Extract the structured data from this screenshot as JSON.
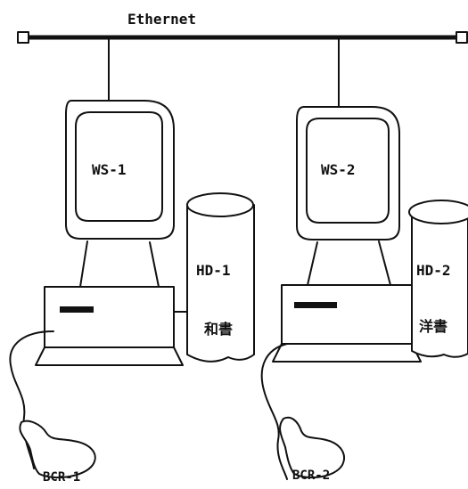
{
  "network": {
    "label": "Ethernet"
  },
  "stations": [
    {
      "ws_label": "WS-1",
      "hd_label": "HD-1",
      "hd_subtitle": "和書",
      "bcr_label": "BCR-1"
    },
    {
      "ws_label": "WS-2",
      "hd_label": "HD-2",
      "hd_subtitle": "洋書",
      "bcr_label": "BCR-2"
    }
  ],
  "colors": {
    "ink": "#111111",
    "paper": "#ffffff"
  }
}
